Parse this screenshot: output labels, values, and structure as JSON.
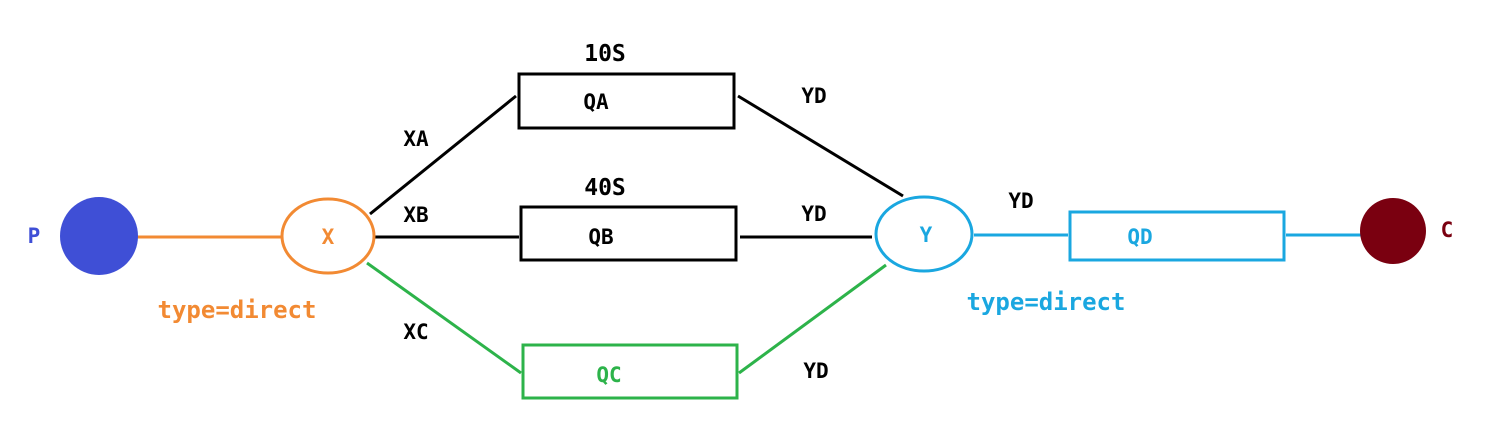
{
  "colors": {
    "black": "#000000",
    "orange": "#f28a33",
    "cyan": "#1aa7e0",
    "green": "#2db34a",
    "producer": "#3f4fd6",
    "consumer": "#7a0010"
  },
  "nodes": {
    "producer": {
      "label": "P"
    },
    "exchange_x": {
      "label": "X",
      "type": "type=direct"
    },
    "exchange_y": {
      "label": "Y",
      "type": "type=direct"
    },
    "consumer": {
      "label": "C"
    }
  },
  "queues": {
    "qa": {
      "label": "QA",
      "ttl": "10S"
    },
    "qb": {
      "label": "QB",
      "ttl": "40S"
    },
    "qc": {
      "label": "QC"
    },
    "qd": {
      "label": "QD"
    }
  },
  "routing_keys": {
    "xa": "XA",
    "xb": "XB",
    "xc": "XC",
    "qa_yd": "YD",
    "qb_yd": "YD",
    "qc_yd": "YD",
    "y_qd": "YD"
  }
}
